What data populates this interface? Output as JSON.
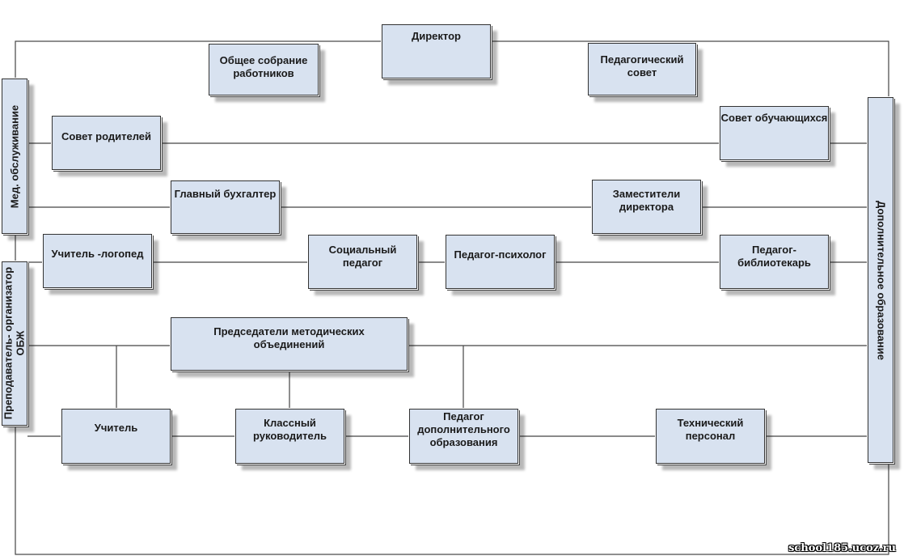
{
  "diagram": {
    "nodes": {
      "director": "Директор",
      "general_meeting": "Общее собрание работников",
      "ped_council": "Педагогический совет",
      "parents_council": "Совет родителей",
      "students_council": "Совет обучающихся",
      "chief_accountant": "Главный бухгалтер",
      "deputies": "Заместители директора",
      "speech_therapist": "Учитель -логопед",
      "social_pedagogue": "Социальный педагог",
      "psychologist": "Педагог-психолог",
      "librarian": "Педагог-библиотекарь",
      "method_chairs": "Председатели методических объединений",
      "teacher": "Учитель",
      "class_teacher": "Классный руководитель",
      "extra_ed_teacher": "Педагог дополнительного образования",
      "tech_staff": "Технический персонал",
      "medical": "Мед. обслуживание",
      "obzh": "Преподаватель- организатор ОБЖ",
      "extra_education": "Дополнительное образование"
    },
    "watermark": "school185.ucoz.ru"
  }
}
